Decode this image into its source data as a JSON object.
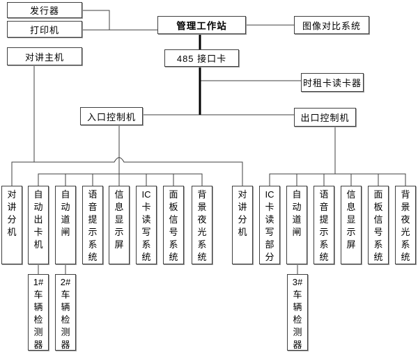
{
  "nodes": {
    "issuer": "发行器",
    "printer": "打印机",
    "intercom_host": "对讲主机",
    "workstation": "管理工作站",
    "image_compare": "图像对比系统",
    "interface_card": "485 接口卡",
    "time_rental_reader": "时租卡读卡器",
    "entrance_controller": "入口控制机",
    "exit_controller": "出口控制机"
  },
  "entrance_devices": [
    "对讲分机",
    "自动出卡机",
    "自动道闸",
    "语音提示系统",
    "信息显示屏",
    "IC卡读写系统",
    "面板信号系统",
    "背景夜光系统"
  ],
  "exit_devices": [
    "对讲分机",
    "IC卡读写部分",
    "自动道闸",
    "语音提示系统",
    "信息显示屏",
    "面板信号系统",
    "背景夜光系统"
  ],
  "detectors": [
    "1#车辆检测器",
    "2#车辆检测器",
    "3#车辆检测器"
  ],
  "colors": {
    "background": "#ffffff",
    "box_fill": "#ffffff",
    "box_border": "#3f3f3f",
    "line": "#3f3f3f",
    "trunk": "#000000",
    "text": "#000000"
  }
}
